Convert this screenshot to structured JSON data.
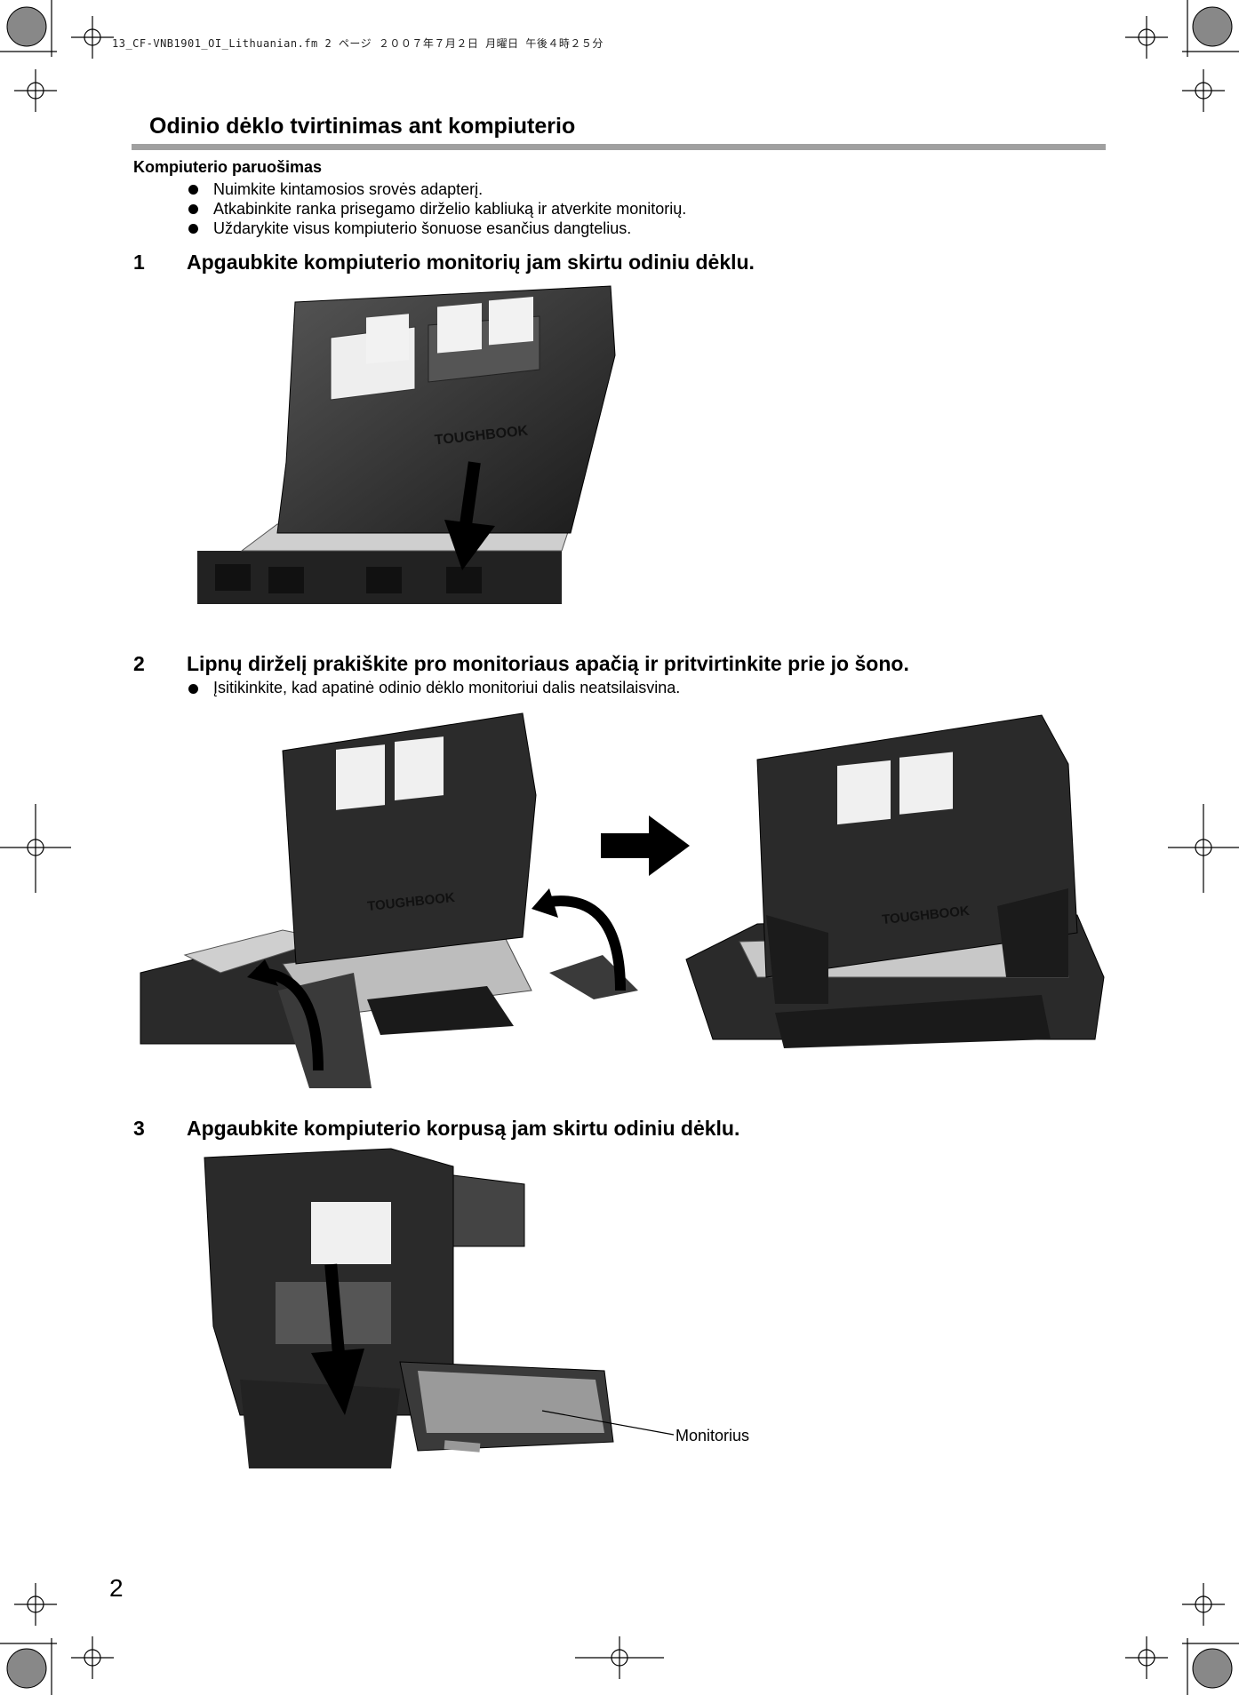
{
  "print_header": "13_CF-VNB1901_OI_Lithuanian.fm  2 ページ  ２００７年７月２日  月曜日  午後４時２５分",
  "section": {
    "title": "Odinio dėklo tvirtinimas ant kompiuterio"
  },
  "preparation": {
    "heading": "Kompiuterio paruošimas",
    "bullets": [
      "Nuimkite kintamosios srovės adapterį.",
      "Atkabinkite ranka prisegamo dirželio kabliuką ir atverkite monitorių.",
      "Uždarykite visus kompiuterio šonuose esančius dangtelius."
    ]
  },
  "steps": [
    {
      "number": "1",
      "text": "Apgaubkite kompiuterio monitorių jam skirtu odiniu dėklu."
    },
    {
      "number": "2",
      "text": "Lipnų dirželį prakiškite pro monitoriaus apačią ir pritvirtinkite prie jo šono.",
      "note": "Įsitikinkite, kad apatinė odinio dėklo monitoriui dalis neatsilaisvina."
    },
    {
      "number": "3",
      "text": "Apgaubkite kompiuterio korpusą jam skirtu odiniu dėklu."
    }
  ],
  "illustration": {
    "case_brand_mark": "TOUGHBOOK",
    "callout_label": "Monitorius"
  },
  "page_number": "2"
}
